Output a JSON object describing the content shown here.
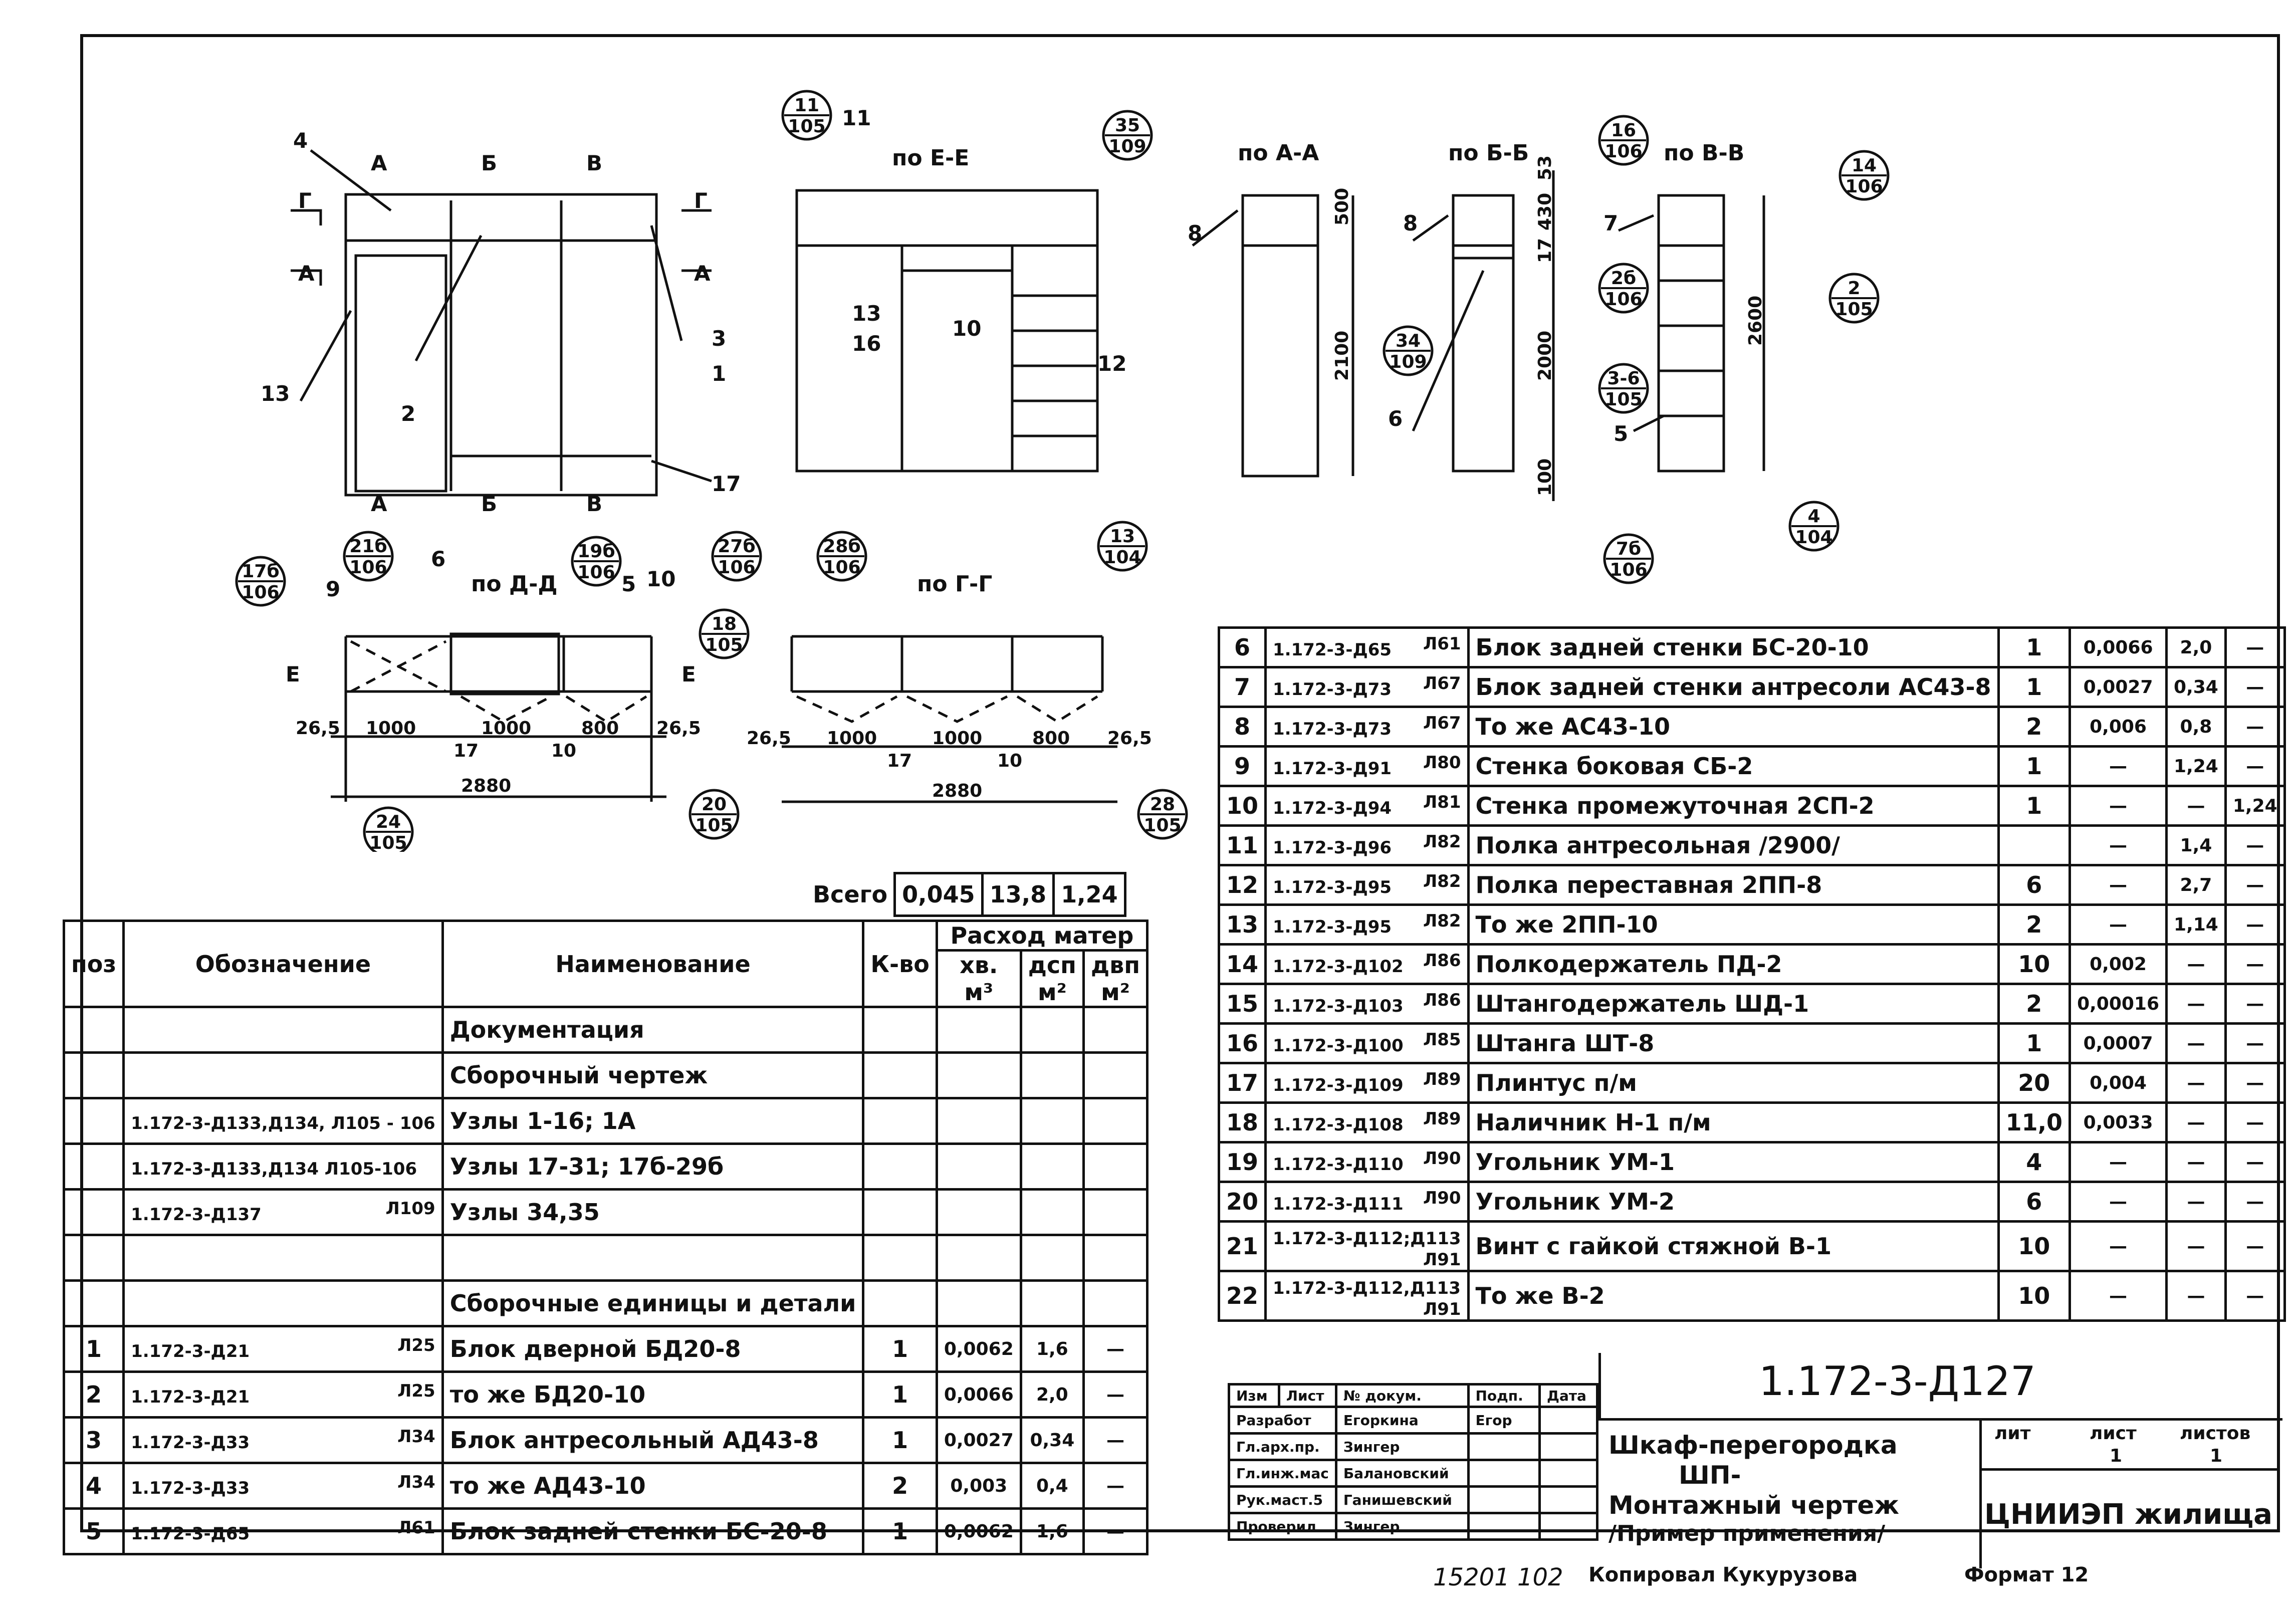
{
  "views": {
    "front": {
      "cuts": [
        "А",
        "Б",
        "В",
        "Г"
      ],
      "callouts": [
        "4",
        "1",
        "3",
        "2",
        "13",
        "17"
      ]
    },
    "section_ee": {
      "title": "по Е-Е",
      "callouts": [
        "11",
        "13",
        "16",
        "10",
        "12"
      ],
      "circles": [
        {
          "top": "11",
          "bottom": "105"
        },
        {
          "top": "35",
          "bottom": "109"
        },
        {
          "top": "13",
          "bottom": "104"
        }
      ]
    },
    "section_aa": {
      "title": "по А-А",
      "callout": "8",
      "dims": [
        "500",
        "2100"
      ]
    },
    "section_bb": {
      "title": "по Б-Б",
      "callouts": [
        "8",
        "6"
      ],
      "dims": [
        "53",
        "430",
        "17",
        "2000",
        "100"
      ],
      "circles": [
        {
          "top": "34",
          "bottom": "109"
        }
      ]
    },
    "section_vv": {
      "title": "по В-В",
      "callouts": [
        "7",
        "5"
      ],
      "dims": [
        "2600"
      ],
      "circles": [
        {
          "top": "16",
          "bottom": "106"
        },
        {
          "top": "14",
          "bottom": "106"
        },
        {
          "top": "2б",
          "bottom": "106"
        },
        {
          "top": "2",
          "bottom": "105"
        },
        {
          "top": "3-6",
          "bottom": "105"
        },
        {
          "top": "7б",
          "bottom": "106"
        },
        {
          "top": "4",
          "bottom": "104"
        }
      ]
    },
    "section_dd": {
      "title": "по Д-Д",
      "callouts": [
        "9",
        "6",
        "5",
        "10"
      ],
      "cut": "Е",
      "dims": [
        "26,5",
        "1000",
        "1000",
        "800",
        "26,5",
        "17",
        "10",
        "2880"
      ],
      "circles": [
        {
          "top": "17б",
          "bottom": "106"
        },
        {
          "top": "21б",
          "bottom": "106"
        },
        {
          "top": "19б",
          "bottom": "106"
        },
        {
          "top": "24",
          "bottom": "105"
        },
        {
          "top": "20",
          "bottom": "105"
        }
      ]
    },
    "section_gg": {
      "title": "по Г-Г",
      "dims": [
        "26,5",
        "1000",
        "1000",
        "800",
        "26,5",
        "17",
        "10",
        "2880"
      ],
      "circles": [
        {
          "top": "27б",
          "bottom": "106"
        },
        {
          "top": "28б",
          "bottom": "106"
        },
        {
          "top": "18",
          "bottom": "105"
        },
        {
          "top": "28",
          "bottom": "105"
        }
      ]
    }
  },
  "totals": {
    "label": "Всего",
    "v1": "0,045",
    "v2": "13,8",
    "v3": "1,24"
  },
  "spec_header": {
    "pos": "поз",
    "designation": "Обозначение",
    "name": "Наименование",
    "qty": "К-во",
    "material": "Расход матер",
    "m1": "хв. м³",
    "m2": "дсп м²",
    "m3": "двп м²"
  },
  "spec_left": [
    {
      "pos": "",
      "des": "",
      "sheet": "",
      "name": "Документация",
      "qty": "",
      "a": "",
      "b": "",
      "c": ""
    },
    {
      "pos": "",
      "des": "",
      "sheet": "",
      "name": "Сборочный чертеж",
      "qty": "",
      "a": "",
      "b": "",
      "c": ""
    },
    {
      "pos": "",
      "des": "1.172-3-Д133,Д134, Л105 - 106",
      "sheet": "",
      "name": "Узлы 1-16; 1А",
      "qty": "",
      "a": "",
      "b": "",
      "c": ""
    },
    {
      "pos": "",
      "des": "1.172-3-Д133,Д134 Л105-106",
      "sheet": "",
      "name": "Узлы 17-31; 17б-29б",
      "qty": "",
      "a": "",
      "b": "",
      "c": ""
    },
    {
      "pos": "",
      "des": "1.172-3-Д137",
      "sheet": "Л109",
      "name": "Узлы 34,35",
      "qty": "",
      "a": "",
      "b": "",
      "c": ""
    },
    {
      "pos": "",
      "des": "",
      "sheet": "",
      "name": "",
      "qty": "",
      "a": "",
      "b": "",
      "c": ""
    },
    {
      "pos": "",
      "des": "",
      "sheet": "",
      "name": "Сборочные единицы и детали",
      "qty": "",
      "a": "",
      "b": "",
      "c": ""
    },
    {
      "pos": "1",
      "des": "1.172-3-Д21",
      "sheet": "Л25",
      "name": "Блок дверной БД20-8",
      "qty": "1",
      "a": "0,0062",
      "b": "1,6",
      "c": "—"
    },
    {
      "pos": "2",
      "des": "1.172-3-Д21",
      "sheet": "Л25",
      "name": "то же БД20-10",
      "qty": "1",
      "a": "0,0066",
      "b": "2,0",
      "c": "—"
    },
    {
      "pos": "3",
      "des": "1.172-3-Д33",
      "sheet": "Л34",
      "name": "Блок антресольный АД43-8",
      "qty": "1",
      "a": "0,0027",
      "b": "0,34",
      "c": "—"
    },
    {
      "pos": "4",
      "des": "1.172-3-Д33",
      "sheet": "Л34",
      "name": "то же АД43-10",
      "qty": "2",
      "a": "0,003",
      "b": "0,4",
      "c": "—"
    },
    {
      "pos": "5",
      "des": "1.172-3-Д65",
      "sheet": "Л61",
      "name": "Блок задней стенки БС-20-8",
      "qty": "1",
      "a": "0,0062",
      "b": "1,6",
      "c": "—"
    }
  ],
  "spec_right": [
    {
      "pos": "6",
      "des": "1.172-3-Д65",
      "sheet": "Л61",
      "name": "Блок задней стенки БС-20-10",
      "qty": "1",
      "a": "0,0066",
      "b": "2,0",
      "c": "—"
    },
    {
      "pos": "7",
      "des": "1.172-3-Д73",
      "sheet": "Л67",
      "name": "Блок задней стенки антресоли АС43-8",
      "qty": "1",
      "a": "0,0027",
      "b": "0,34",
      "c": "—"
    },
    {
      "pos": "8",
      "des": "1.172-3-Д73",
      "sheet": "Л67",
      "name": "То же АС43-10",
      "qty": "2",
      "a": "0,006",
      "b": "0,8",
      "c": "—"
    },
    {
      "pos": "9",
      "des": "1.172-3-Д91",
      "sheet": "Л80",
      "name": "Стенка боковая СБ-2",
      "qty": "1",
      "a": "—",
      "b": "1,24",
      "c": "—"
    },
    {
      "pos": "10",
      "des": "1.172-3-Д94",
      "sheet": "Л81",
      "name": "Стенка промежуточная 2СП-2",
      "qty": "1",
      "a": "—",
      "b": "—",
      "c": "1,24"
    },
    {
      "pos": "11",
      "des": "1.172-3-Д96",
      "sheet": "Л82",
      "name": "Полка антресольная /2900/",
      "qty": "",
      "a": "—",
      "b": "1,4",
      "c": "—"
    },
    {
      "pos": "12",
      "des": "1.172-3-Д95",
      "sheet": "Л82",
      "name": "Полка переставная 2ПП-8",
      "qty": "6",
      "a": "—",
      "b": "2,7",
      "c": "—"
    },
    {
      "pos": "13",
      "des": "1.172-3-Д95",
      "sheet": "Л82",
      "name": "То же 2ПП-10",
      "qty": "2",
      "a": "—",
      "b": "1,14",
      "c": "—"
    },
    {
      "pos": "14",
      "des": "1.172-3-Д102",
      "sheet": "Л86",
      "name": "Полкодержатель ПД-2",
      "qty": "10",
      "a": "0,002",
      "b": "—",
      "c": "—"
    },
    {
      "pos": "15",
      "des": "1.172-3-Д103",
      "sheet": "Л86",
      "name": "Штангодержатель ШД-1",
      "qty": "2",
      "a": "0,00016",
      "b": "—",
      "c": "—"
    },
    {
      "pos": "16",
      "des": "1.172-3-Д100",
      "sheet": "Л85",
      "name": "Штанга ШТ-8",
      "qty": "1",
      "a": "0,0007",
      "b": "—",
      "c": "—"
    },
    {
      "pos": "17",
      "des": "1.172-3-Д109",
      "sheet": "Л89",
      "name": "Плинтус п/м",
      "qty": "20",
      "a": "0,004",
      "b": "—",
      "c": "—"
    },
    {
      "pos": "18",
      "des": "1.172-3-Д108",
      "sheet": "Л89",
      "name": "Наличник Н-1 п/м",
      "qty": "11,0",
      "a": "0,0033",
      "b": "—",
      "c": "—"
    },
    {
      "pos": "19",
      "des": "1.172-3-Д110",
      "sheet": "Л90",
      "name": "Угольник УМ-1",
      "qty": "4",
      "a": "—",
      "b": "—",
      "c": "—"
    },
    {
      "pos": "20",
      "des": "1.172-3-Д111",
      "sheet": "Л90",
      "name": "Угольник УМ-2",
      "qty": "6",
      "a": "—",
      "b": "—",
      "c": "—"
    },
    {
      "pos": "21",
      "des": "1.172-3-Д112;Д113",
      "sheet": "Л91",
      "name": "Винт с гайкой стяжной В-1",
      "qty": "10",
      "a": "—",
      "b": "—",
      "c": "—"
    },
    {
      "pos": "22",
      "des": "1.172-3-Д112,Д113",
      "sheet": "Л91",
      "name": "То же В-2",
      "qty": "10",
      "a": "—",
      "b": "—",
      "c": "—"
    }
  ],
  "title_block": {
    "code": "1.172-3-Д127",
    "title_line1": "Шкаф-перегородка",
    "title_line2": "ШП-",
    "title_line3": "Монтажный чертеж",
    "title_line4": "/Пример применения/",
    "org": "ЦНИИЭП жилища",
    "lit": "лит",
    "sheet_label": "лист",
    "sheets_label": "листов",
    "sheet_no": "1",
    "sheets_total": "1",
    "header_cols": [
      "Изм",
      "Лист",
      "№ докум.",
      "Подп.",
      "Дата"
    ],
    "staff": [
      {
        "role": "Разрабoт",
        "name": "Егоркина",
        "sign": "Егор"
      },
      {
        "role": "Гл.арх.пр.",
        "name": "Зингер",
        "sign": ""
      },
      {
        "role": "Гл.инж.мас",
        "name": "Балановский",
        "sign": ""
      },
      {
        "role": "Рук.маст.5",
        "name": "Ганишевский",
        "sign": ""
      },
      {
        "role": "Проверил",
        "name": "Зингер",
        "sign": ""
      }
    ]
  },
  "footer": {
    "inv": "15201 102",
    "copied": "Копировал Кукурузова",
    "format": "Формат 12"
  }
}
